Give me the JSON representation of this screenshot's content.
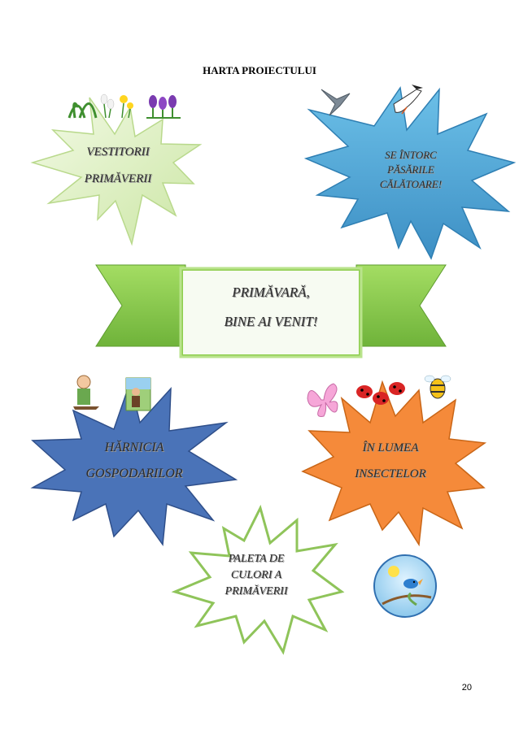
{
  "document": {
    "title": "HARTA PROIECTULUI",
    "page_number": "20"
  },
  "bursts": {
    "vestitorii": {
      "line1": "VESTITORII",
      "line2": "PRIMĂVERII",
      "color": "#d9efb8"
    },
    "pasari": {
      "line1": "SE ÎNTORC",
      "line2": "PĂSĂRILE",
      "line3": "CĂLĂTOARE!",
      "color": "#4fa7d6"
    },
    "harnicia": {
      "line1": "HĂRNICIA",
      "line2": "GOSPODARILOR",
      "color": "#4a73b8"
    },
    "insecte": {
      "line1": "ÎN LUMEA",
      "line2": "INSECTELOR",
      "color": "#f58a3a"
    },
    "paleta": {
      "line1": "PALETA DE",
      "line2": "CULORI A",
      "line3": "PRIMĂVERII",
      "color": "#ffffff",
      "outline": "#8fc45a"
    }
  },
  "banner": {
    "line1": "PRIMĂVARĂ,",
    "line2": "BINE AI VENIT!",
    "color": "#8fce4f"
  },
  "illustrations": {
    "flowers": "spring-flowers-icon",
    "birds": "migrating-birds-icon",
    "gardeners": "gardeners-icon",
    "insects": "insects-icon",
    "spring_circle": "spring-bird-circle-icon"
  }
}
